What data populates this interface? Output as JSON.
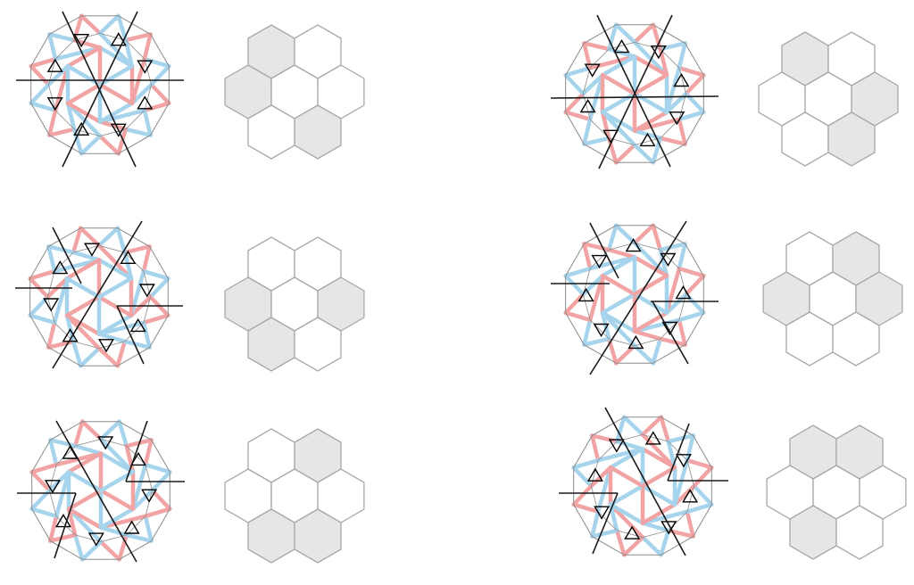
{
  "figure": {
    "colors": {
      "background": "#ffffff",
      "hex_outline": "#a8a8a8",
      "hex_filled": "#e6e6e6",
      "hex_empty": "#ffffff",
      "tile_edge": "#8a8a8a",
      "red_segment": "#f2a3a3",
      "blue_segment": "#a6d4ec",
      "cut_line": "#1a1a1a",
      "triangle": "#000000"
    },
    "hex_cell_order": [
      "upper-left",
      "upper-right",
      "middle-left",
      "center",
      "middle-right",
      "lower-left",
      "lower-right"
    ],
    "panels": [
      {
        "id": "row1-left",
        "filled_cells": [
          "upper-left",
          "middle-left",
          "lower-right"
        ]
      },
      {
        "id": "row1-right",
        "filled_cells": [
          "upper-left",
          "middle-right",
          "lower-right"
        ]
      },
      {
        "id": "row2-left",
        "filled_cells": [
          "middle-left",
          "middle-right",
          "lower-left"
        ]
      },
      {
        "id": "row2-right",
        "filled_cells": [
          "upper-right",
          "middle-left",
          "middle-right"
        ]
      },
      {
        "id": "row3-left",
        "filled_cells": [
          "upper-right",
          "lower-left",
          "lower-right"
        ]
      },
      {
        "id": "row3-right",
        "filled_cells": [
          "upper-left",
          "upper-right",
          "lower-left"
        ]
      }
    ]
  }
}
